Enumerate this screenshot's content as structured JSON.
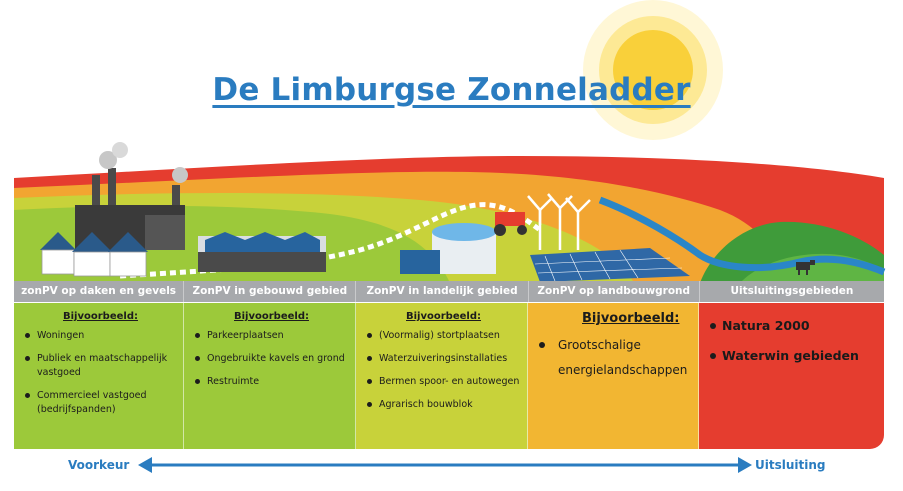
{
  "title": "De Limburgse Zonneladder",
  "colors": {
    "sun": "#f9d03a",
    "accent_blue": "#2a7cc0",
    "band_grey": "#a7a9ac",
    "green": "#9cc93a",
    "yellow_green": "#c8d23a",
    "orange": "#f2b632",
    "red": "#e53d2f"
  },
  "categories": [
    {
      "band_label": "zonPV op daken en gevels",
      "heading": "Bijvoorbeeld:",
      "items": [
        "Woningen",
        "Publiek en maatschappelijk vastgoed",
        "Commercieel vastgoed (bedrijfspanden)"
      ],
      "color": "#9cc93a"
    },
    {
      "band_label": "ZonPV in gebouwd gebied",
      "heading": "Bijvoorbeeld:",
      "items": [
        "Parkeerplaatsen",
        "Ongebruikte kavels en grond",
        "Restruimte"
      ],
      "color": "#9cc93a"
    },
    {
      "band_label": "ZonPV in landelijk gebied",
      "heading": "Bijvoorbeeld:",
      "items": [
        "(Voormalig) stortplaatsen",
        "Waterzuiveringsinstallaties",
        "Bermen spoor- en autowegen",
        "Agrarisch bouwblok"
      ],
      "color": "#c8d23a"
    },
    {
      "band_label": "ZonPV op landbouwgrond",
      "heading": "Bijvoorbeeld:",
      "items": [
        "Grootschalige energielandschappen"
      ],
      "color": "#f2b632"
    },
    {
      "band_label": "Uitsluitingsgebieden",
      "heading": "",
      "items": [
        "Natura 2000",
        "Waterwin gebieden"
      ],
      "color": "#e53d2f"
    }
  ],
  "axis": {
    "left_label": "Voorkeur",
    "right_label": "Uitsluiting"
  },
  "icons": [
    "sun-icon",
    "factory-icon",
    "houses-icon",
    "solar-panels-icon",
    "wind-turbine-icon",
    "water-tank-icon",
    "river-icon",
    "cow-icon",
    "tractor-icon"
  ]
}
